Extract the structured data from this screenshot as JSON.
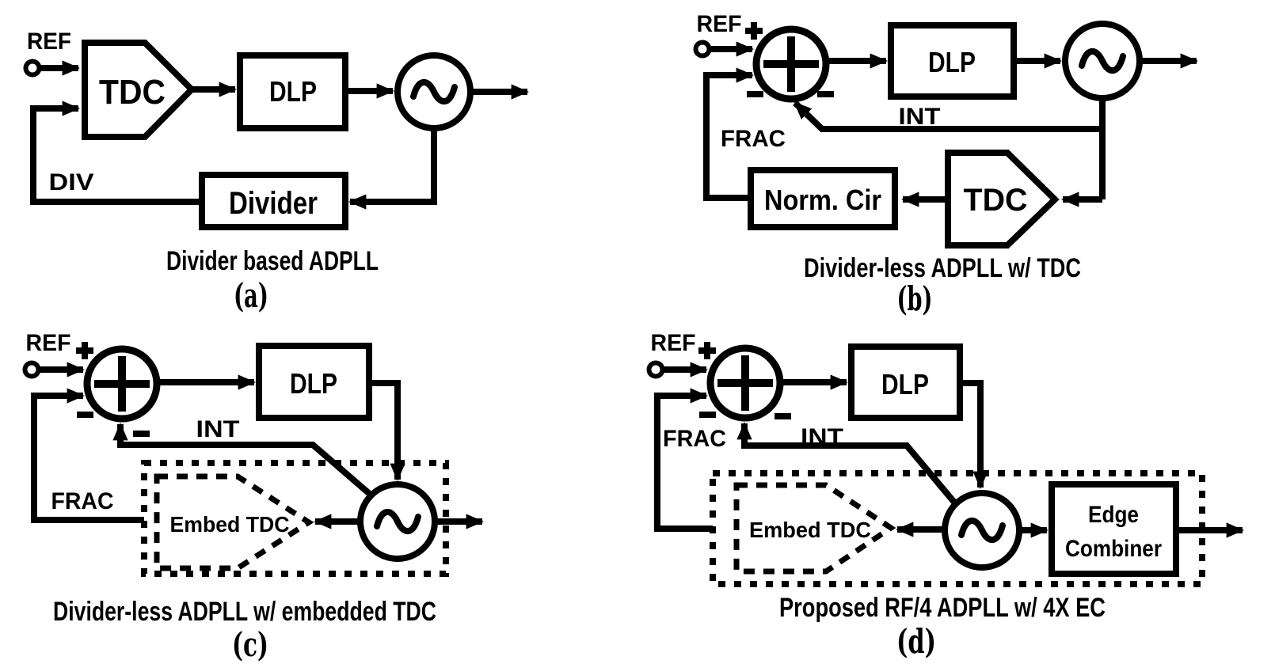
{
  "figure": {
    "description": "Four ADPLL architecture block diagrams",
    "colors": {
      "ink": "#000000",
      "background": "#ffffff"
    },
    "icons": {
      "plus_sign": "+",
      "minus_sign": "-",
      "oscillator_icon": "sine-wave",
      "ref_terminal": "circle-terminal",
      "arrowhead": "solid-triangle"
    }
  },
  "panels": {
    "a": {
      "caption": "Divider based ADPLL",
      "label": "(a)",
      "ref_label": "REF",
      "div_label": "DIV",
      "tdc_label": "TDC",
      "dlp_label": "DLP",
      "divider_label": "Divider"
    },
    "b": {
      "caption": "Divider-less ADPLL w/ TDC",
      "label": "(b)",
      "ref_label": "REF",
      "int_label": "INT",
      "frac_label": "FRAC",
      "dlp_label": "DLP",
      "norm_label": "Norm. Cir",
      "tdc_label": "TDC"
    },
    "c": {
      "caption": "Divider-less ADPLL w/ embedded TDC",
      "label": "(c)",
      "ref_label": "REF",
      "int_label": "INT",
      "frac_label": "FRAC",
      "dlp_label": "DLP",
      "embed_tdc_label": "Embed TDC"
    },
    "d": {
      "caption": "Proposed RF/4 ADPLL w/ 4X EC",
      "label": "(d)",
      "ref_label": "REF",
      "int_label": "INT",
      "frac_label": "FRAC",
      "dlp_label": "DLP",
      "embed_tdc_label": "Embed TDC",
      "edge_line1": "Edge",
      "edge_line2": "Combiner"
    }
  }
}
